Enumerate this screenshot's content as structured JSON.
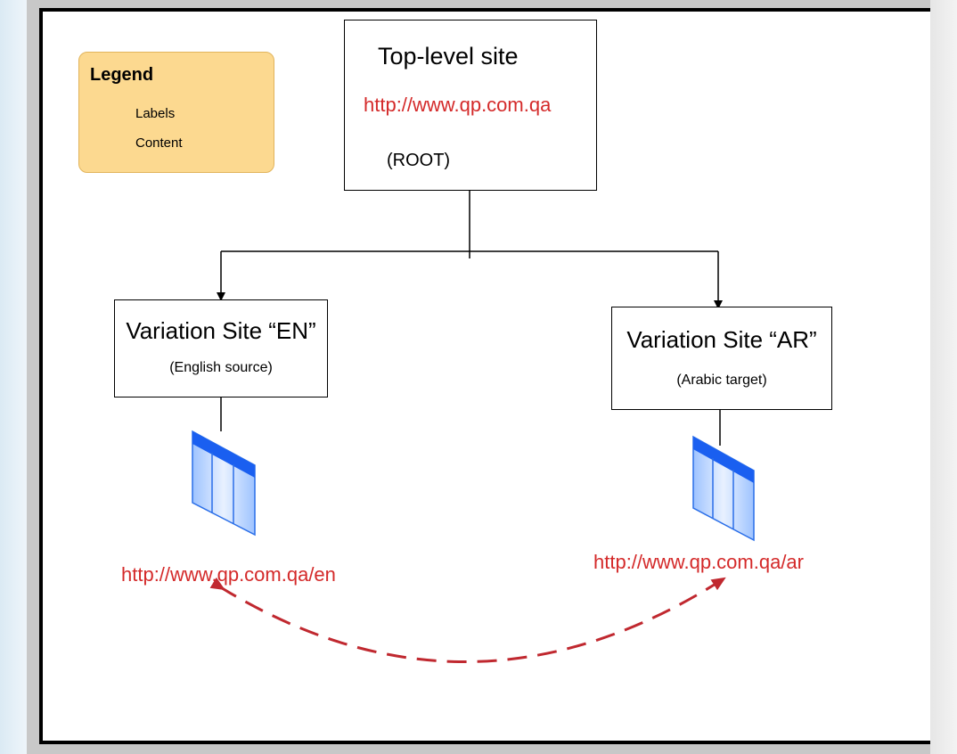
{
  "legend": {
    "title": "Legend",
    "labels_text": "Labels",
    "content_text": "Content"
  },
  "root": {
    "title": "Top-level site",
    "url": "http://www.qp.com.qa",
    "tag": "(ROOT)"
  },
  "en": {
    "title": "Variation Site “EN”",
    "subtitle": "(English source)",
    "url": "http://www.qp.com.qa/en"
  },
  "ar": {
    "title": "Variation Site “AR”",
    "subtitle": "(Arabic target)",
    "url": "http://www.qp.com.qa/ar"
  },
  "colors": {
    "content_arrow": "#c0282f",
    "legend_bg": "#fcd990",
    "url_text": "#d42a2a",
    "page_icon_blue": "#1a5ff0"
  }
}
